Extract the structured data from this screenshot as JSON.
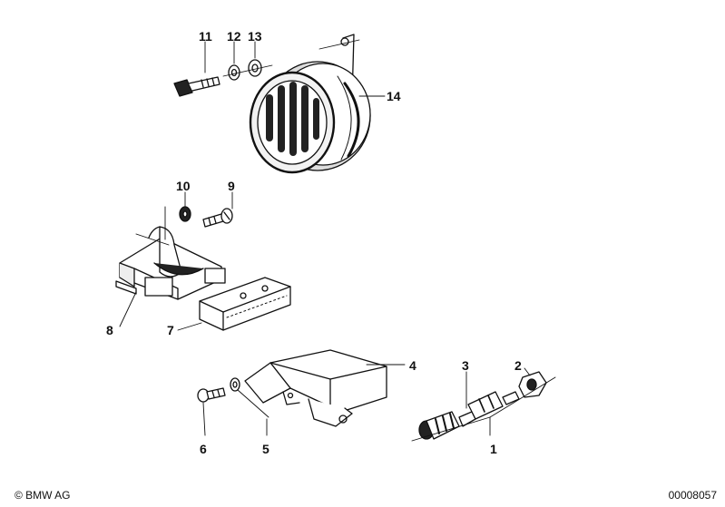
{
  "labels": {
    "p1": "1",
    "p2": "2",
    "p3": "3",
    "p4": "4",
    "p5": "5",
    "p6": "6",
    "p7": "7",
    "p8": "8",
    "p9": "9",
    "p10": "10",
    "p11": "11",
    "p12": "12",
    "p13": "13",
    "p14": "14"
  },
  "footer": {
    "copyright": "© BMW AG",
    "doc_number": "00008057"
  },
  "colors": {
    "ink": "#111111",
    "background": "#ffffff"
  }
}
